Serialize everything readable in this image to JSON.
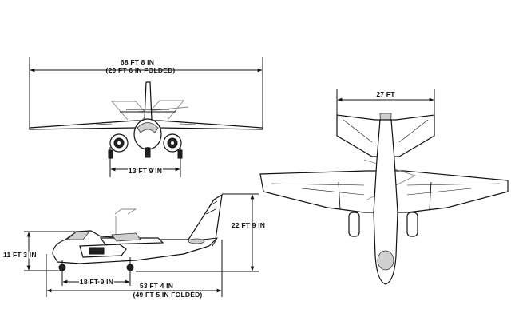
{
  "dimensions": {
    "span": "68 FT 8 IN",
    "span_folded": "(29 FT 6 IN FOLDED)",
    "tread": "13 FT 9 IN",
    "tailspan": "27 FT",
    "height_tail": "22 FT 9 IN",
    "height_fold": "11 FT 3 IN",
    "wheelbase": "18 FT 9 IN",
    "length": "53 FT 4 IN",
    "length_folded": "(49 FT 5 IN FOLDED)"
  }
}
